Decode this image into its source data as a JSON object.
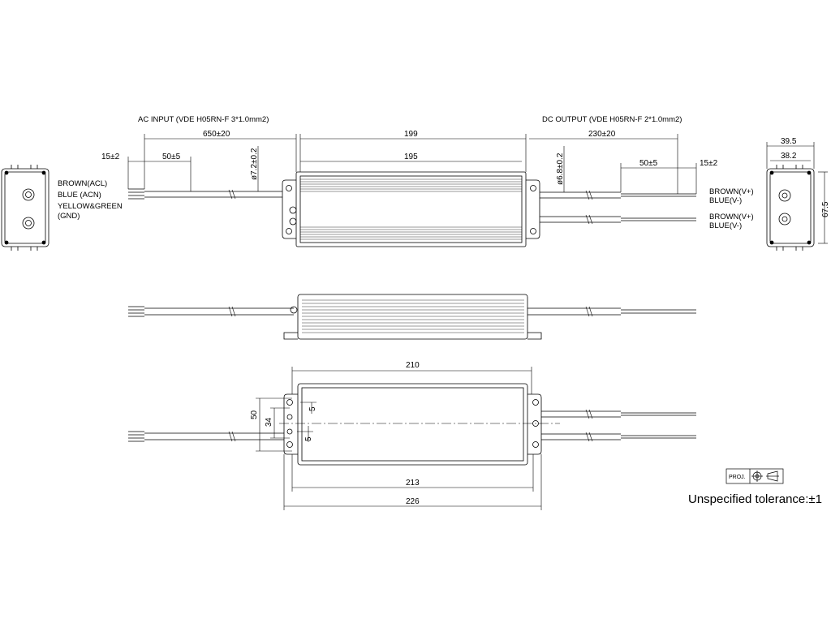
{
  "ac_input": {
    "title": "AC INPUT (VDE H05RN-F 3*1.0mm2)",
    "wires": [
      "BROWN(ACL)",
      "BLUE (ACN)",
      "YELLOW&GREEN",
      "(GND)"
    ]
  },
  "dc_output": {
    "title": "DC  OUTPUT (VDE H05RN-F 2*1.0mm2)",
    "wires_upper": [
      "BROWN(V+)",
      "BLUE(V-)"
    ],
    "wires_lower": [
      "BROWN(V+)",
      "BLUE(V-)"
    ]
  },
  "dimensions": {
    "ac_cable_length": "650±20",
    "ac_strip_long": "50±5",
    "ac_strip_short": "15±2",
    "ac_cable_dia": "ø7.2±0.2",
    "body_length_outer": "199",
    "body_length_inner": "195",
    "dc_cable_length": "230±20",
    "dc_strip_long": "50±5",
    "dc_strip_short": "15±2",
    "dc_cable_dia": "ø6.8±0.2",
    "end_width_outer": "39.5",
    "end_width_inner": "38.2",
    "end_height": "67.5",
    "bottom_length_top": "210",
    "bottom_length_mid": "213",
    "bottom_length_total": "226",
    "mount_height_outer": "50",
    "mount_height_inner": "34",
    "slot_a": "5",
    "slot_b": "5"
  },
  "proj_label": "PROJ.",
  "tolerance_note": "Unspecified tolerance:±1"
}
